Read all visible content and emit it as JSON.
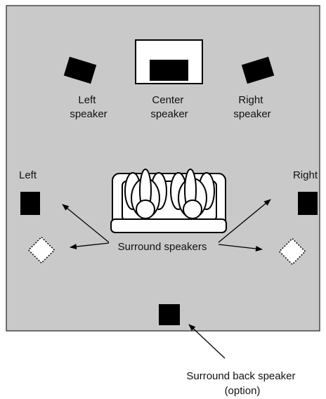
{
  "colors": {
    "room_fill": "#c9c9c9",
    "room_stroke": "#222222",
    "speaker_fill": "#000000",
    "optional_speaker_fill": "#ffffff",
    "sofa_fill": "#ffffff",
    "label_color": "#111111"
  },
  "labels": {
    "front_left": [
      "Left",
      "speaker"
    ],
    "center": [
      "Center",
      "speaker"
    ],
    "front_right": [
      "Right",
      "speaker"
    ],
    "side_left": "Left",
    "side_right": "Right",
    "surround": "Surround speakers",
    "surround_back": [
      "Surround back speaker",
      "(option)"
    ]
  },
  "icons": {
    "speaker": "filled-square",
    "optional_speaker": "dotted-diamond",
    "center_speaker": "tv-screen",
    "listener": "sofa-with-listeners"
  }
}
